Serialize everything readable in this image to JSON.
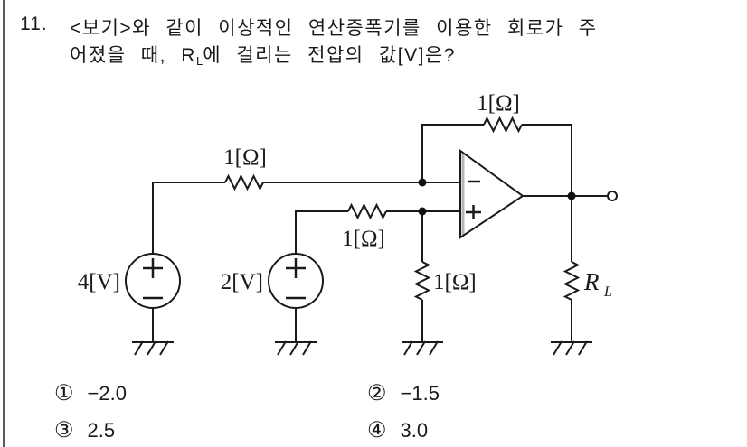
{
  "question": {
    "number": "11.",
    "line1": "<보기>와 같이 이상적인 연산증폭기를 이용한 회로가 주",
    "line2_pre": "어졌을 때, R",
    "line2_sub": "L",
    "line2_post": "에 걸리는 전압의 값[V]은?"
  },
  "circuit": {
    "feedback_resistor_label": "1[Ω]",
    "input_resistor_1_label": "1[Ω]",
    "input_resistor_2_label": "1[Ω]",
    "ground_resistor_label": "1[Ω]",
    "load_resistor_name": "R",
    "load_resistor_sub": "L",
    "source_1_label": "4[V]",
    "source_2_label": "2[V]"
  },
  "choices": [
    {
      "marker": "①",
      "value": "−2.0"
    },
    {
      "marker": "②",
      "value": "−1.5"
    },
    {
      "marker": "③",
      "value": "2.5"
    },
    {
      "marker": "④",
      "value": "3.0"
    }
  ],
  "colors": {
    "line": "#1a1a1a",
    "divider": "#5a5a5a"
  }
}
